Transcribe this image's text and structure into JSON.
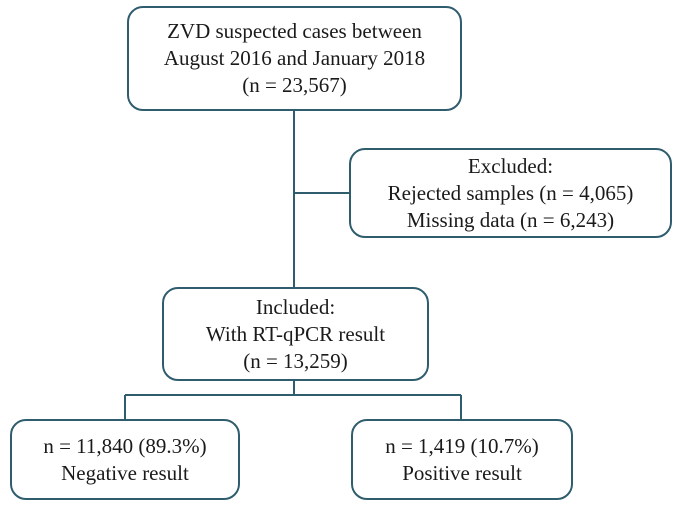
{
  "suspected": {
    "lines": [
      "ZVD suspected cases between",
      "August 2016 and January 2018",
      "(n = 23,567)"
    ]
  },
  "excluded": {
    "lines": [
      "Excluded:",
      "Rejected samples (n = 4,065)",
      "Missing data (n = 6,243)"
    ]
  },
  "included": {
    "lines": [
      "Included:",
      "With RT-qPCR result",
      "(n = 13,259)"
    ]
  },
  "negative": {
    "lines": [
      "n = 11,840 (89.3%)",
      "Negative result"
    ]
  },
  "positive": {
    "lines": [
      "n = 1,419 (10.7%)",
      "Positive result"
    ]
  },
  "colors": {
    "border": "#2f5d6e",
    "text": "#1a1a1a"
  }
}
